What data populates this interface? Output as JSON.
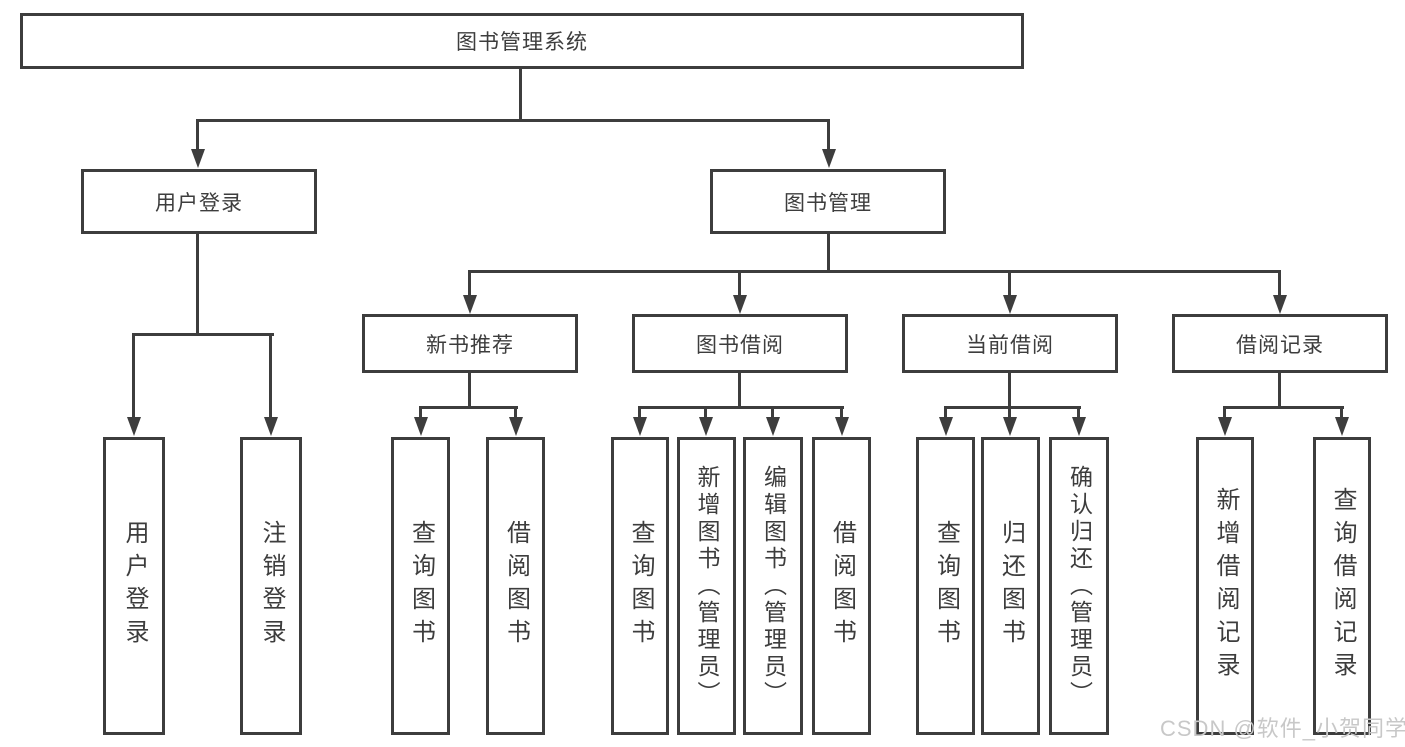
{
  "diagram": {
    "root": {
      "label": "图书管理系统"
    },
    "l2": {
      "user_login": "用户登录",
      "book_mgmt": "图书管理"
    },
    "l3": {
      "new_book_rec": "新书推荐",
      "book_borrow": "图书借阅",
      "current_borrow": "当前借阅",
      "borrow_records": "借阅记录"
    },
    "leaves": {
      "user_login": "用户登录",
      "logout": "注销登录",
      "nbr_query_book": "查询图书",
      "nbr_borrow_book": "借阅图书",
      "bb_query_book": "查询图书",
      "bb_add_book": "新增图书（管理员）",
      "bb_edit_book": "编辑图书（管理员）",
      "bb_borrow_book": "借阅图书",
      "cb_query_book": "查询图书",
      "cb_return_book": "归还图书",
      "cb_confirm_return": "确认归还（管理员）",
      "br_add_record": "新增借阅记录",
      "br_query_record": "查询借阅记录"
    }
  },
  "watermark": {
    "text": "CSDN @软件_小贺同学"
  },
  "colors": {
    "line": "#3d3d3d",
    "text": "#3d3d3d",
    "watermark": "#c8c8c8",
    "background": "#ffffff"
  }
}
